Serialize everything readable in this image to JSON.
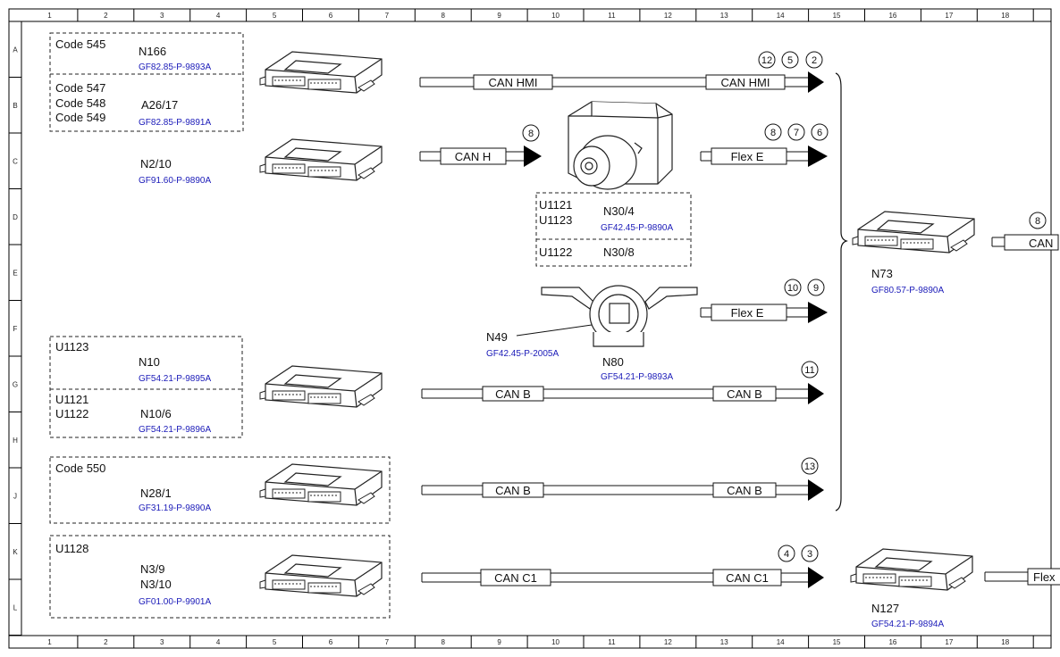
{
  "grid": {
    "columns": [
      "1",
      "2",
      "3",
      "4",
      "5",
      "6",
      "7",
      "8",
      "9",
      "10",
      "11",
      "12",
      "13",
      "14",
      "15",
      "16",
      "17",
      "18"
    ],
    "rows": [
      "A",
      "B",
      "C",
      "D",
      "E",
      "F",
      "G",
      "H",
      "J",
      "K",
      "L"
    ]
  },
  "groups": [
    {
      "codes": [
        "Code 545"
      ],
      "component": "N166",
      "ref": "GF82.85-P-9893A"
    },
    {
      "codes": [
        "Code 547",
        "Code 548",
        "Code 549"
      ],
      "component": "A26/17",
      "ref": "GF82.85-P-9891A"
    },
    {
      "codes": [],
      "component": "N2/10",
      "ref": "GF91.60-P-9890A"
    },
    {
      "codes": [
        "U1123"
      ],
      "component": "N10",
      "ref": "GF54.21-P-9895A"
    },
    {
      "codes": [
        "U1121",
        "U1122"
      ],
      "component": "N10/6",
      "ref": "GF54.21-P-9896A"
    },
    {
      "codes": [
        "Code 550"
      ],
      "component": "N28/1",
      "ref": "GF31.19-P-9890A"
    },
    {
      "codes": [
        "U1128"
      ],
      "component": "N3/9",
      "component2": "N3/10",
      "ref": "GF01.00-P-9901A"
    },
    {
      "codes": [
        "U1121",
        "U1123"
      ],
      "component": "N30/4",
      "ref": "GF42.45-P-9890A"
    },
    {
      "codes": [
        "U1122"
      ],
      "component": "N30/8",
      "ref": ""
    },
    {
      "codes": [],
      "component": "N49",
      "ref": "GF42.45-P-2005A"
    },
    {
      "codes": [],
      "component": "N80",
      "ref": "GF54.21-P-9893A"
    },
    {
      "codes": [],
      "component": "N73",
      "ref": "GF80.57-P-9890A"
    },
    {
      "codes": [],
      "component": "N127",
      "ref": "GF54.21-P-9894A"
    }
  ],
  "buses": [
    {
      "left": "CAN HMI",
      "right": "CAN HMI",
      "markers": [
        "12",
        "5",
        "2"
      ]
    },
    {
      "left": "",
      "right": "CAN H",
      "markers": [
        "8"
      ]
    },
    {
      "left": "",
      "right": "Flex E",
      "markers": [
        "8",
        "7",
        "6"
      ]
    },
    {
      "left": "",
      "right": "Flex E",
      "markers": [
        "10",
        "9"
      ]
    },
    {
      "left": "CAN B",
      "right": "CAN B",
      "markers": [
        "11"
      ]
    },
    {
      "left": "CAN B",
      "right": "CAN B",
      "markers": [
        "13"
      ]
    },
    {
      "left": "CAN C1",
      "right": "CAN C1",
      "markers": [
        "4",
        "3"
      ]
    },
    {
      "left": "",
      "right": "CAN",
      "markers": [
        "8"
      ]
    },
    {
      "left": "",
      "right": "Flex",
      "markers": []
    }
  ]
}
